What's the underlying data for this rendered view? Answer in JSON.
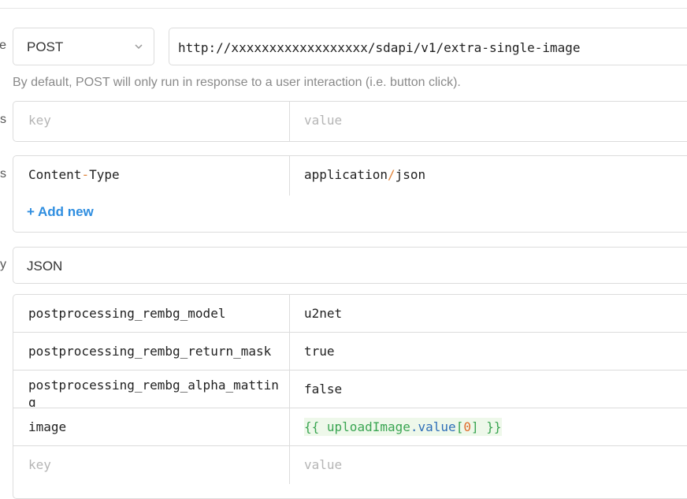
{
  "request": {
    "method": "POST",
    "url": "http://xxxxxxxxxxxxxxxxxx/sdapi/v1/extra-single-image",
    "hint": "By default, POST will only run in response to a user interaction (i.e. button click)."
  },
  "side_labels": {
    "row1": "e",
    "row2": "s",
    "row3": "s",
    "row4": "y"
  },
  "params": {
    "key_placeholder": "key",
    "value_placeholder": "value"
  },
  "headers": {
    "rows": [
      {
        "key_a": "Content",
        "key_sep": "-",
        "key_b": "Type",
        "val_a": "application",
        "val_sep": "/",
        "val_b": "json"
      }
    ],
    "add_new": "Add new",
    "add_plus": "+"
  },
  "body": {
    "type": "JSON",
    "rows": [
      {
        "key": "postprocessing_rembg_model",
        "value": "u2net"
      },
      {
        "key": "postprocessing_rembg_return_mask",
        "value": "true"
      },
      {
        "key": "postprocessing_rembg_alpha_matting",
        "value": "false"
      }
    ],
    "image_row": {
      "key": "image",
      "open": "{{",
      "var": "uploadImage",
      "dot": ".",
      "prop": "value",
      "bracket_open": "[",
      "index": "0",
      "bracket_close": "]",
      "close": "}}"
    },
    "key_placeholder": "key",
    "value_placeholder": "value"
  },
  "colors": {
    "accent": "#2f8ee0",
    "border": "#dcdcdc",
    "placeholder": "#b5b5b5",
    "template_green": "#3aa552"
  },
  "icons": {
    "method_dropdown": "chevron-down-icon",
    "add": "plus-icon"
  }
}
